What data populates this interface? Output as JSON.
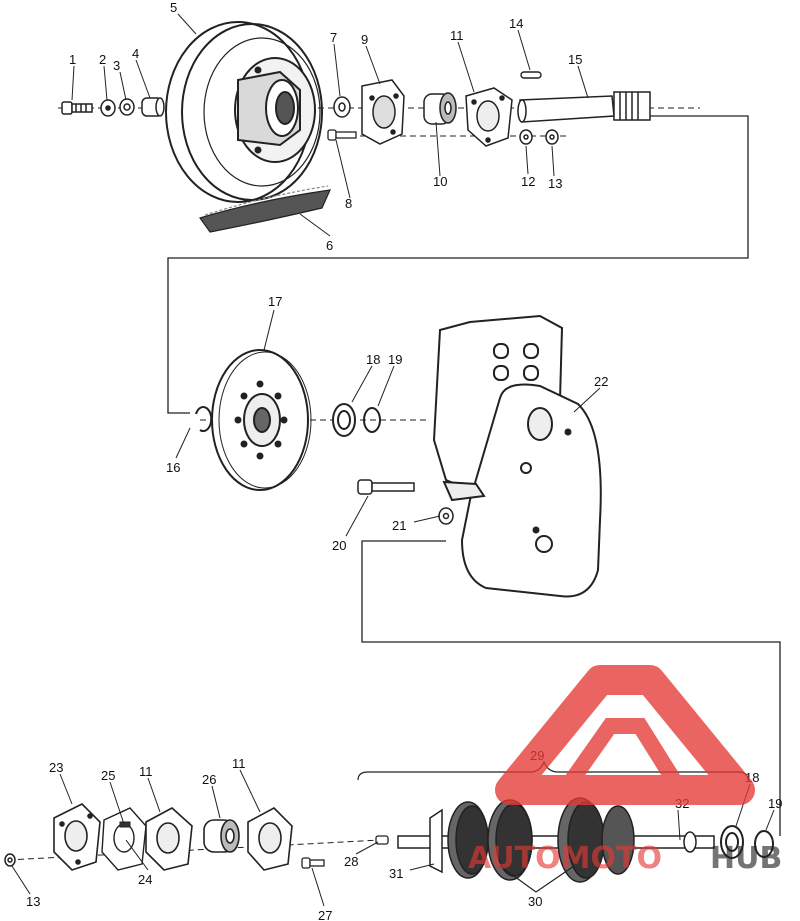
{
  "callouts": [
    "1",
    "2",
    "3",
    "4",
    "5",
    "6",
    "7",
    "8",
    "9",
    "10",
    "11",
    "12",
    "13",
    "14",
    "15",
    "16",
    "17",
    "18",
    "19",
    "20",
    "21",
    "22",
    "23",
    "24",
    "25",
    "11",
    "26",
    "11",
    "27",
    "28",
    "29",
    "30",
    "31",
    "32",
    "18",
    "19",
    "13"
  ],
  "watermark": {
    "text_a": "AUTOMOTO",
    "text_b": "HUB",
    "color": "#e53935"
  }
}
